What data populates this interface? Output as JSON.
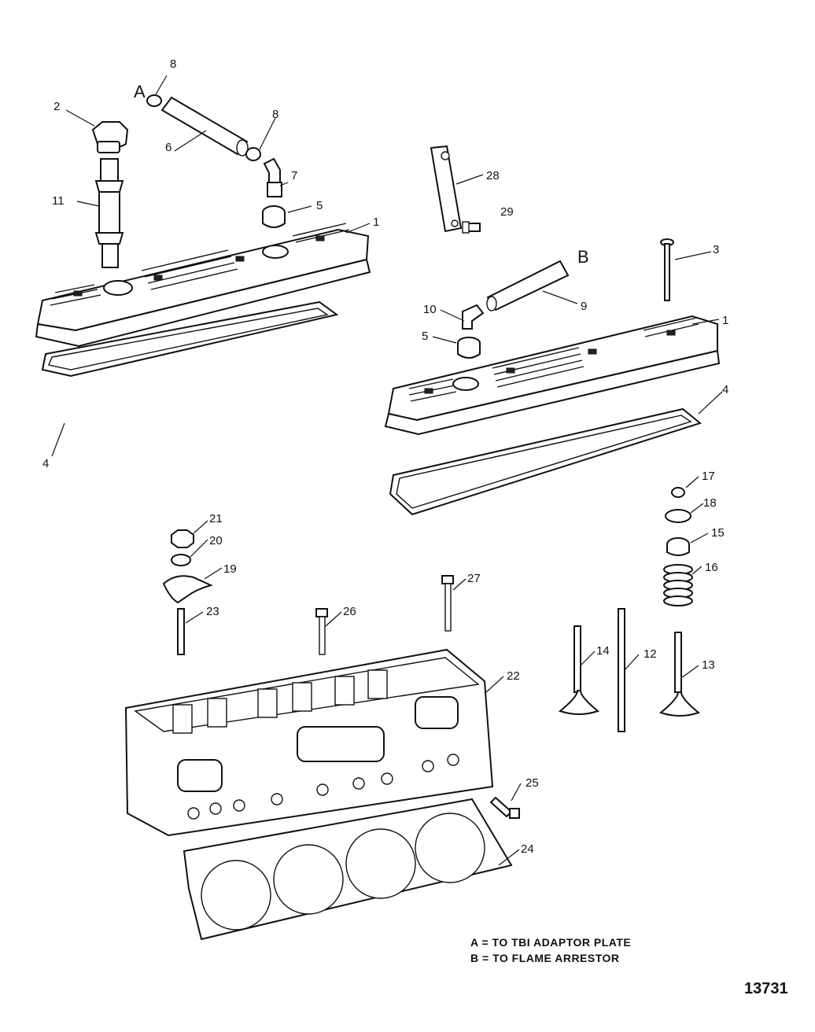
{
  "callouts": {
    "c1a": "1",
    "c1b": "1",
    "c2": "2",
    "c3": "3",
    "c4a": "4",
    "c4b": "4",
    "c5a": "5",
    "c5b": "5",
    "c6": "6",
    "c7": "7",
    "c8a": "8",
    "c8b": "8",
    "c9": "9",
    "c10": "10",
    "c11": "11",
    "c12": "12",
    "c13": "13",
    "c14": "14",
    "c15": "15",
    "c16": "16",
    "c17": "17",
    "c18": "18",
    "c19": "19",
    "c20": "20",
    "c21": "21",
    "c22": "22",
    "c23": "23",
    "c24": "24",
    "c25": "25",
    "c26": "26",
    "c27": "27",
    "c28": "28",
    "c29": "29"
  },
  "markers": {
    "a": "A",
    "b": "B"
  },
  "legend": {
    "line_a": "A = TO TBI ADAPTOR PLATE",
    "line_b": "B = TO FLAME ARRESTOR"
  },
  "diagram_id": "13731"
}
